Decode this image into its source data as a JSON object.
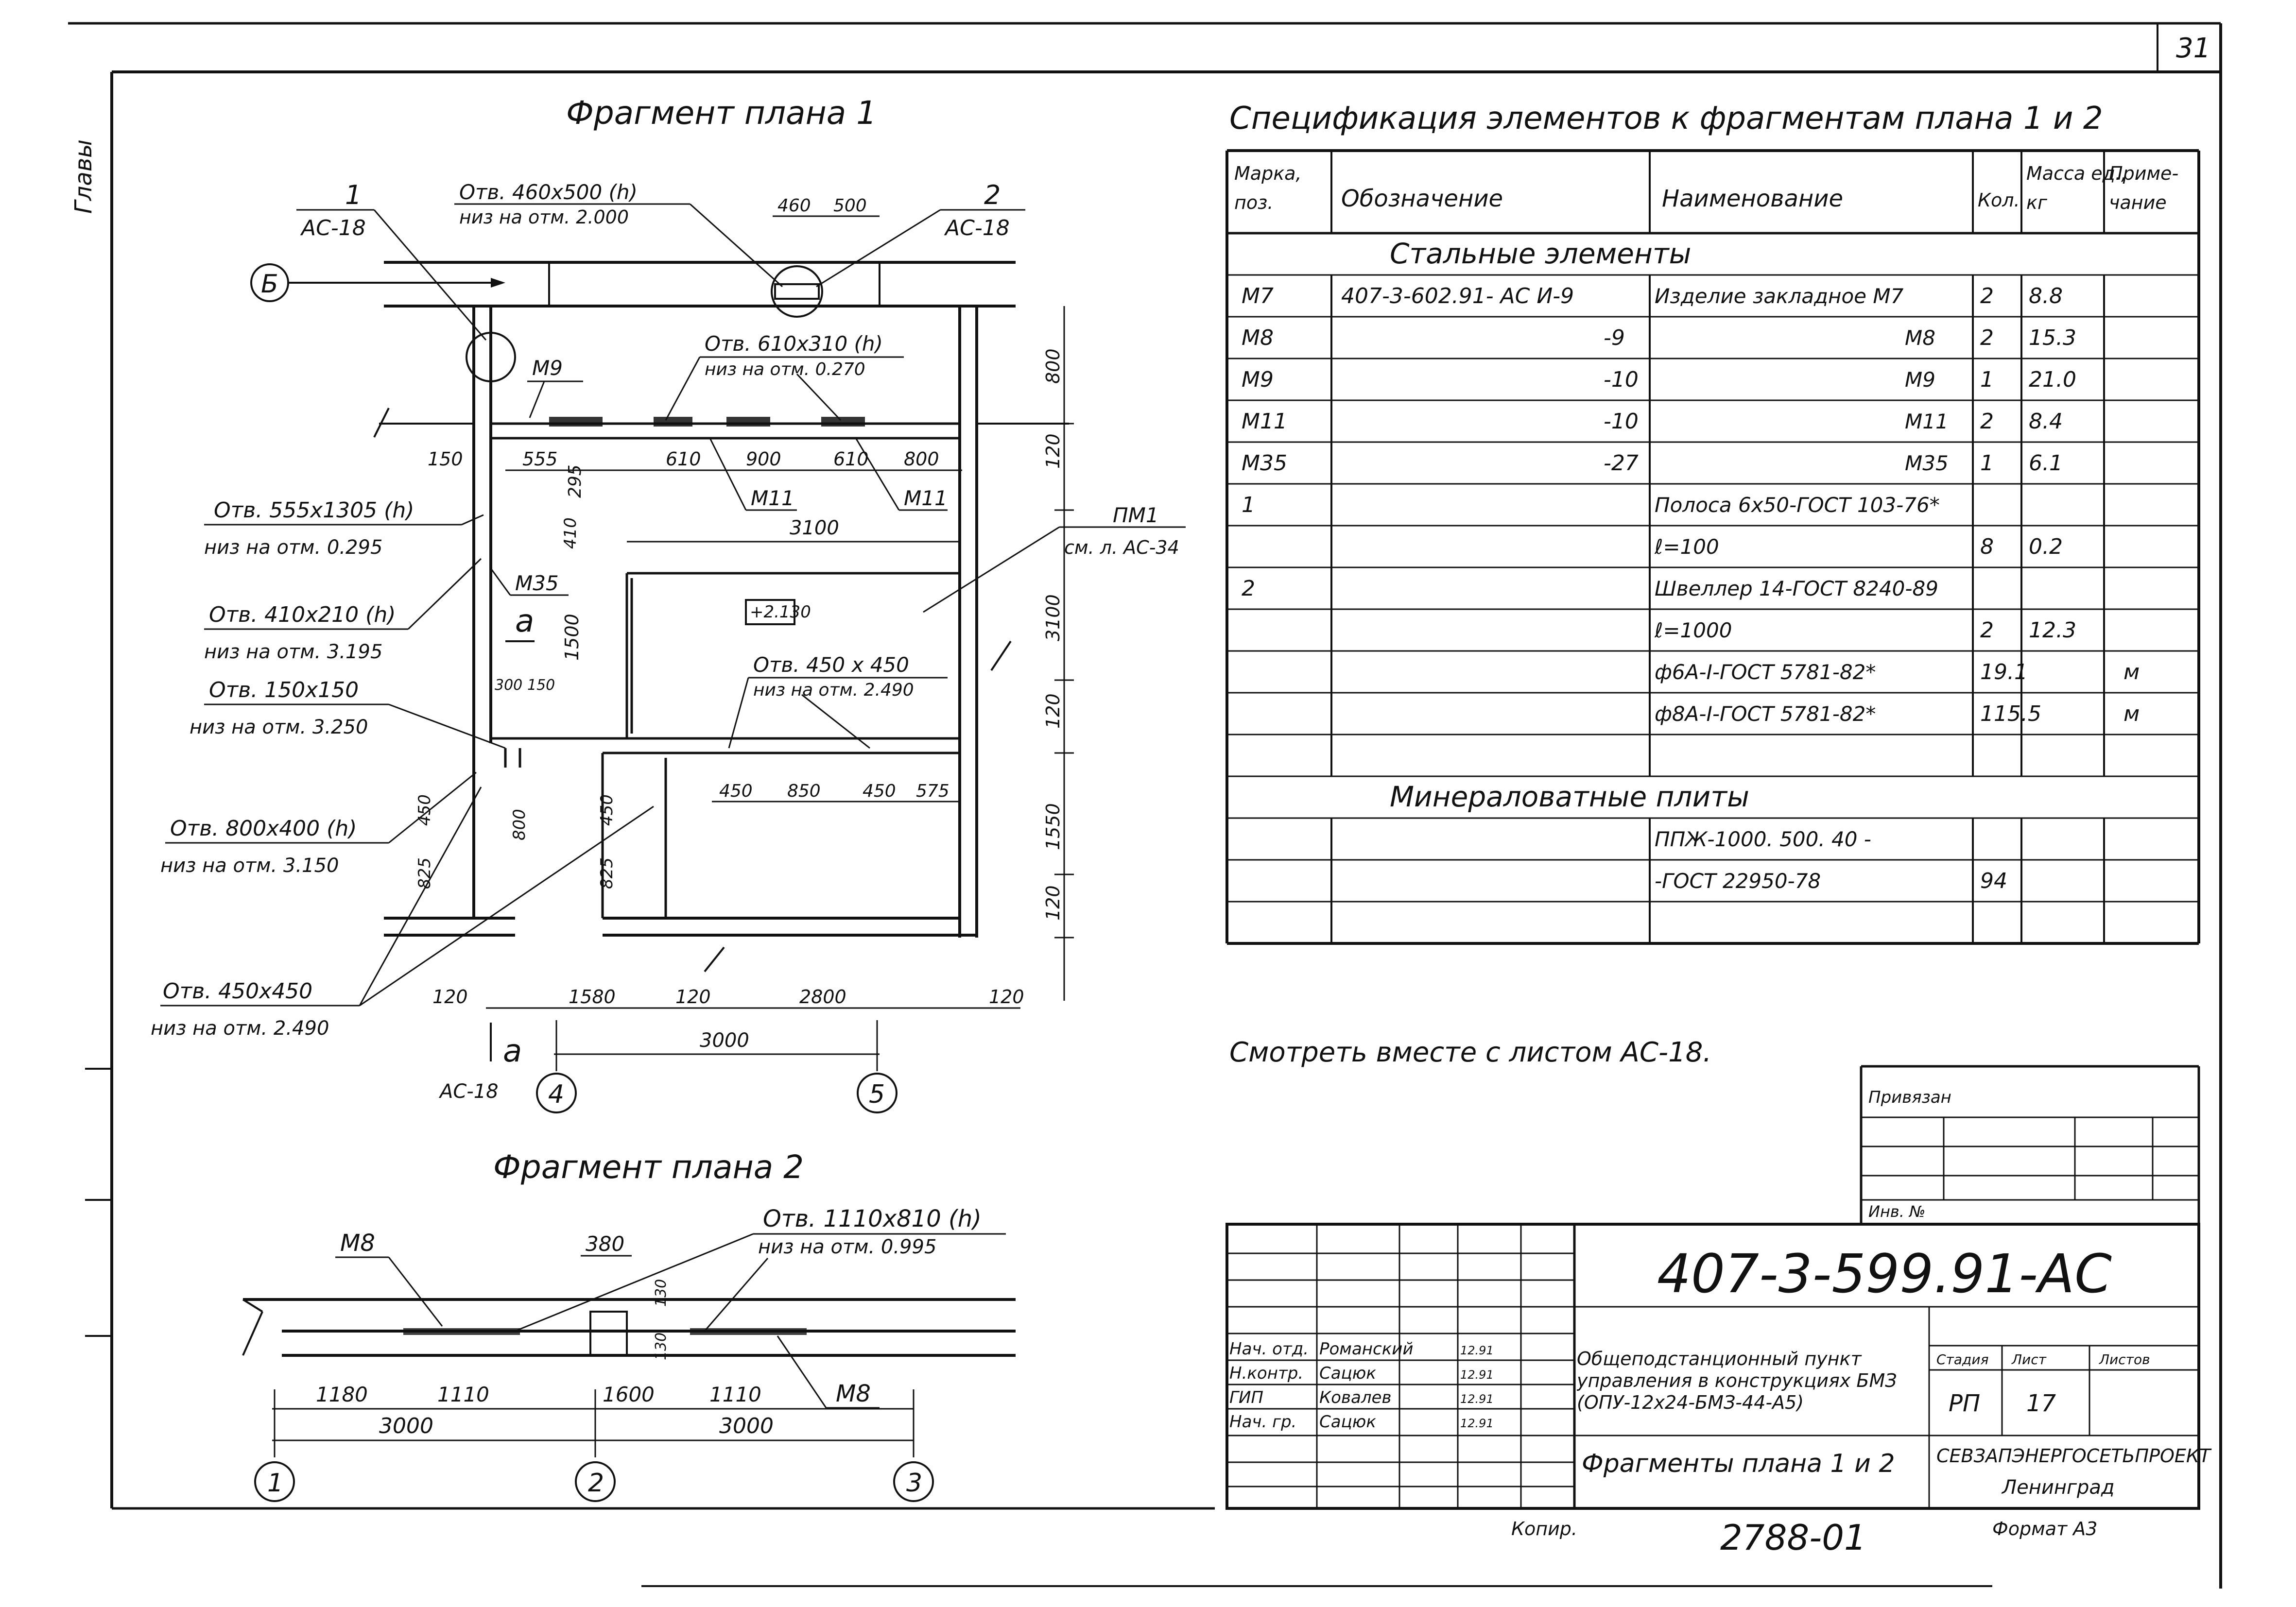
{
  "sheet": {
    "page_number": "31",
    "side_note": "Главы",
    "approval": "Привязан",
    "inv_no": "Инв. №",
    "copied": "Копир.",
    "bottom_number": "2788-01",
    "format": "Формат А3"
  },
  "plan1": {
    "title": "Фрагмент плана 1",
    "axis_b": "Б",
    "axis_4": "4",
    "axis_5": "5",
    "callout_1": "1",
    "callout_1_ref": "АС-18",
    "callout_2": "2",
    "callout_2_ref": "АС-18",
    "section_a": "а",
    "section_a_ref": "АС-18",
    "opening_top_title": "Отв. 460х500 (h)",
    "opening_top_level": "низ на отм. 2.000",
    "opening_610_title": "Отв. 610х310 (h)",
    "opening_610_level": "низ на отм. 0.270",
    "opening_555_title": "Отв. 555х1305 (h)",
    "opening_555_level": "низ на отм. 0.295",
    "opening_410_title": "Отв. 410х210 (h)",
    "opening_410_level": "низ на отм. 3.195",
    "opening_150_title": "Отв. 150х150",
    "opening_150_level": "низ на отм. 3.250",
    "opening_800_title": "Отв. 800х400 (h)",
    "opening_800_level": "низ на отм. 3.150",
    "opening_450a_title": "Отв. 450х450",
    "opening_450a_level": "низ на отм. 2.490",
    "opening_450b_title": "Отв. 450 х 450",
    "opening_450b_level": "низ на отм. 2.490",
    "m9": "М9",
    "m11_1": "М11",
    "m11_2": "М11",
    "m35": "М35",
    "pm1": "ПМ1",
    "pm1_ref": "см. л. АС-34",
    "level_mark": "+2.130",
    "dim_460": "460",
    "dim_500": "500",
    "dim_800_right": "800",
    "dim_120_right_1": "120",
    "dim_3100_right": "3100",
    "dim_120_right_2": "120",
    "dim_1550_right": "1550",
    "dim_120_right_3": "120",
    "dim_150_left": "150",
    "dim_555": "555",
    "dim_295": "295",
    "dim_410": "410",
    "dim_610_1": "610",
    "dim_900": "900",
    "dim_610_2": "610",
    "dim_800_row": "800",
    "dim_3100_top": "3100",
    "dim_1500": "1500",
    "dim_300": "300",
    "dim_150_small": "150",
    "dim_450_v1": "450",
    "dim_800_v": "800",
    "dim_825_1": "825",
    "dim_450_v2": "450",
    "dim_825_2": "825",
    "dim_450_h1": "450",
    "dim_850": "850",
    "dim_450_h2": "450",
    "dim_575": "575",
    "dim_120_bl": "120",
    "dim_1580": "1580",
    "dim_120_bm": "120",
    "dim_2800": "2800",
    "dim_120_br": "120",
    "dim_3000": "3000"
  },
  "plan2": {
    "title": "Фрагмент плана 2",
    "m8_left": "М8",
    "m8_right": "М8",
    "dim_380": "380",
    "dim_130": "130",
    "dim_100": "130",
    "opening_title": "Отв. 1110х810 (h)",
    "opening_level": "низ на отм. 0.995",
    "dim_1180": "1180",
    "dim_1110_1": "1110",
    "dim_1600": "1600",
    "dim_1110_2": "1110",
    "dim_3000_1": "3000",
    "dim_3000_2": "3000",
    "axis_1": "1",
    "axis_2": "2",
    "axis_3": "3"
  },
  "spec": {
    "title": "Спецификация элементов к фрагментам плана 1 и 2",
    "headers": [
      "Марка, поз.",
      "Обозначение",
      "Наименование",
      "Кол.",
      "Масса ед., кг",
      "Приме- чание"
    ],
    "section_steel": "Стальные элементы",
    "section_mineral": "Минераловатные плиты",
    "rows_steel": [
      [
        "М7",
        "407-3-602.91- АС И-9",
        "Изделие закладное М7",
        "2",
        "8.8",
        ""
      ],
      [
        "М8",
        "-9",
        "М8",
        "2",
        "15.3",
        ""
      ],
      [
        "М9",
        "-10",
        "М9",
        "1",
        "21.0",
        ""
      ],
      [
        "М11",
        "-10",
        "М11",
        "2",
        "8.4",
        ""
      ],
      [
        "М35",
        "-27",
        "М35",
        "1",
        "6.1",
        ""
      ],
      [
        "1",
        "",
        "Полоса 6х50-ГОСТ 103-76*",
        "",
        "",
        ""
      ],
      [
        "",
        "",
        "ℓ=100",
        "8",
        "0.2",
        ""
      ],
      [
        "2",
        "",
        "Швеллер 14-ГОСТ 8240-89",
        "",
        "",
        ""
      ],
      [
        "",
        "",
        "ℓ=1000",
        "2",
        "12.3",
        ""
      ],
      [
        "",
        "",
        "ф6А-I-ГОСТ 5781-82*",
        "19.1",
        "",
        "м"
      ],
      [
        "",
        "",
        "ф8А-I-ГОСТ 5781-82*",
        "115.5",
        "",
        "м"
      ],
      [
        "",
        "",
        "",
        "",
        "",
        ""
      ]
    ],
    "rows_mineral": [
      [
        "",
        "",
        "ППЖ-1000. 500. 40 -",
        "",
        "",
        ""
      ],
      [
        "",
        "",
        "-ГОСТ 22950-78",
        "94",
        "",
        ""
      ],
      [
        "",
        "",
        "",
        "",
        "",
        ""
      ]
    ],
    "note": "Смотреть вместе с листом АС-18."
  },
  "titleblock": {
    "code": "407-3-599.91-АС",
    "roles": [
      [
        "Нач. отд.",
        "Романский",
        "",
        "12.91"
      ],
      [
        "Н.контр.",
        "Сацюк",
        "",
        "12.91"
      ],
      [
        "ГИП",
        "Ковалев",
        "",
        "12.91"
      ],
      [
        "Нач. гр.",
        "Сацюк",
        "",
        "12.91"
      ]
    ],
    "object_name": "Общеподстанционный пункт управления в конструкциях БМЗ (ОПУ-12х24-БМЗ-44-А5)",
    "stage_label": "Стадия",
    "sheet_label": "Лист",
    "sheets_label": "Листов",
    "stage": "РП",
    "sheet": "17",
    "sheet_title": "Фрагменты плана 1 и 2",
    "org": "СЕВЗАПЭНЕРГОСЕТЬПРОЕКТ",
    "city": "Ленинград"
  }
}
